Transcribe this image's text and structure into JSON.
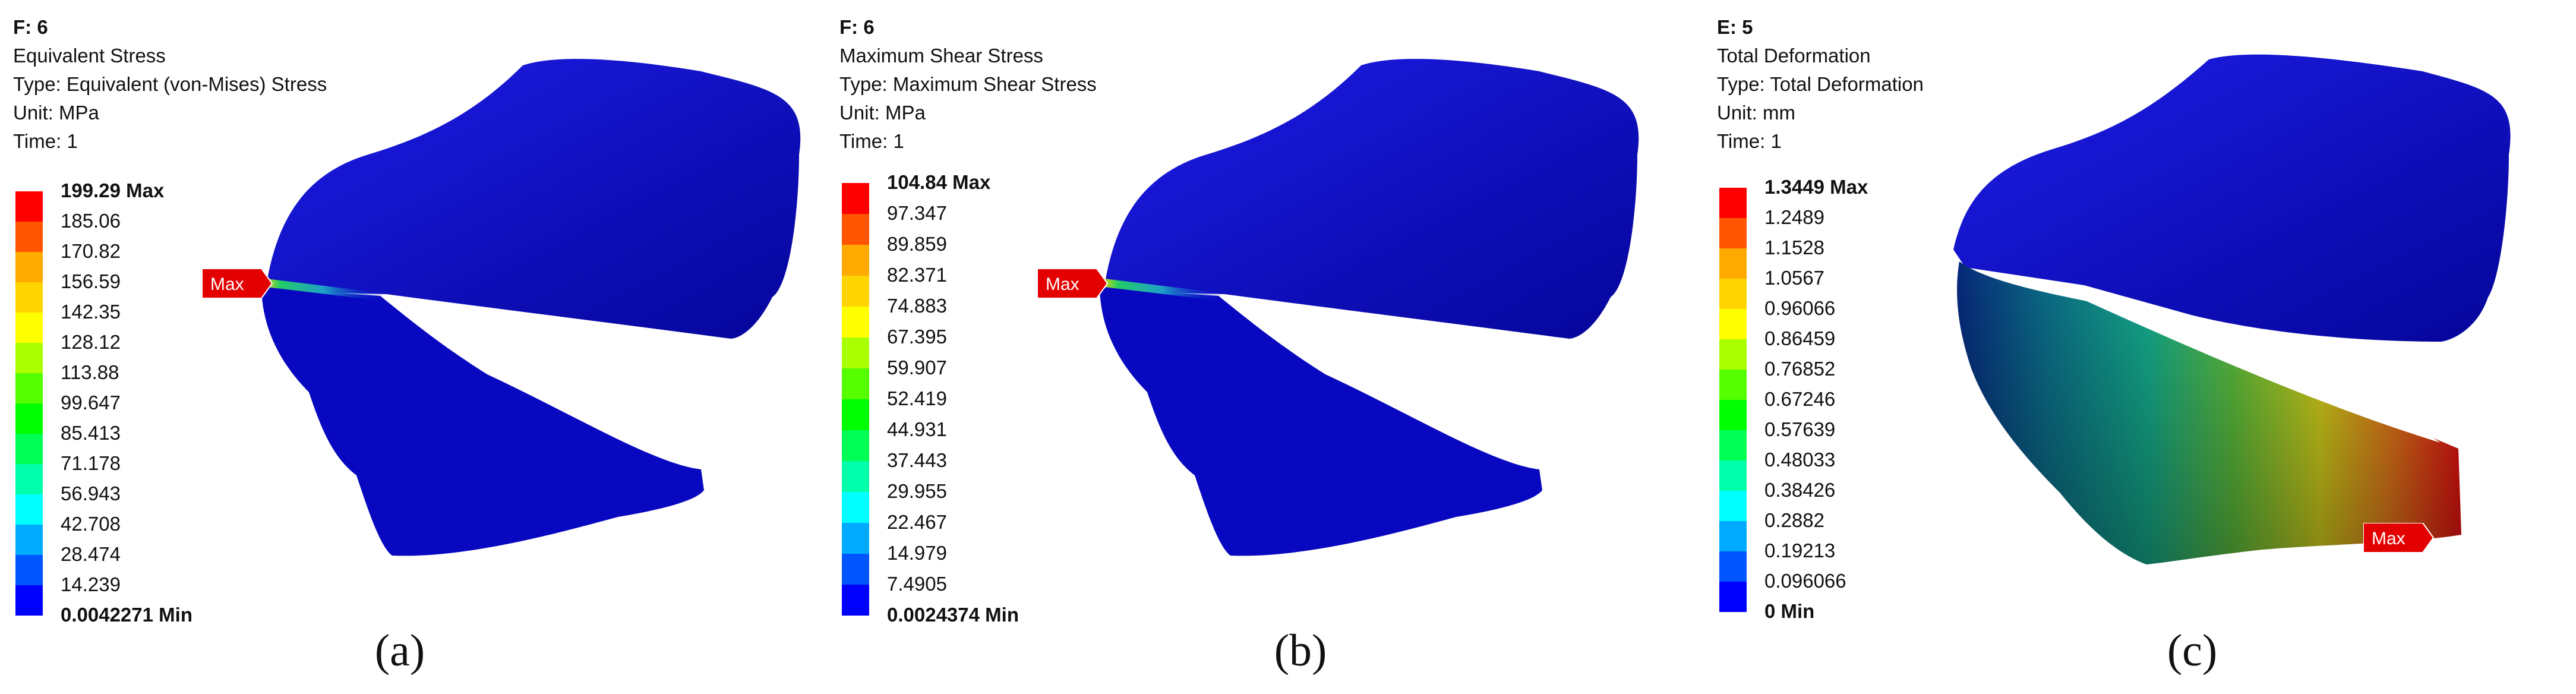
{
  "panels": [
    {
      "id": "a",
      "header": "F: 6",
      "title": "Equivalent Stress",
      "type_line": "Type: Equivalent (von-Mises) Stress",
      "unit_line": "Unit: MPa",
      "time_line": "Time: 1",
      "legend_labels": [
        "199.29 Max",
        "185.06",
        "170.82",
        "156.59",
        "142.35",
        "128.12",
        "113.88",
        "99.647",
        "85.413",
        "71.178",
        "56.943",
        "42.708",
        "28.474",
        "14.239",
        "0.0042271 Min"
      ],
      "probe_label": "Max",
      "caption": "(a)"
    },
    {
      "id": "b",
      "header": "F: 6",
      "title": "Maximum Shear Stress",
      "type_line": "Type: Maximum Shear Stress",
      "unit_line": "Unit: MPa",
      "time_line": "Time: 1",
      "legend_labels": [
        "104.84 Max",
        "97.347",
        "89.859",
        "82.371",
        "74.883",
        "67.395",
        "59.907",
        "52.419",
        "44.931",
        "37.443",
        "29.955",
        "22.467",
        "14.979",
        "7.4905",
        "0.0024374 Min"
      ],
      "probe_label": "Max",
      "caption": "(b)"
    },
    {
      "id": "c",
      "header": "E: 5",
      "title": "Total Deformation",
      "type_line": "Type: Total Deformation",
      "unit_line": "Unit: mm",
      "time_line": "Time: 1",
      "legend_labels": [
        "1.3449 Max",
        "1.2489",
        "1.1528",
        "1.0567",
        "0.96066",
        "0.86459",
        "0.76852",
        "0.67246",
        "0.57639",
        "0.48033",
        "0.38426",
        "0.2882",
        "0.19213",
        "0.096066",
        "0 Min"
      ],
      "probe_label": "Max",
      "caption": "(c)"
    }
  ],
  "legend_colors": [
    "#ff0000",
    "#ff5500",
    "#ffaa00",
    "#ffd400",
    "#ffff00",
    "#aaff00",
    "#55ff00",
    "#00ff00",
    "#00ff55",
    "#00ffaa",
    "#00ffff",
    "#00aaff",
    "#0055ff",
    "#0000ff"
  ],
  "model_color": "#0a0ad0"
}
